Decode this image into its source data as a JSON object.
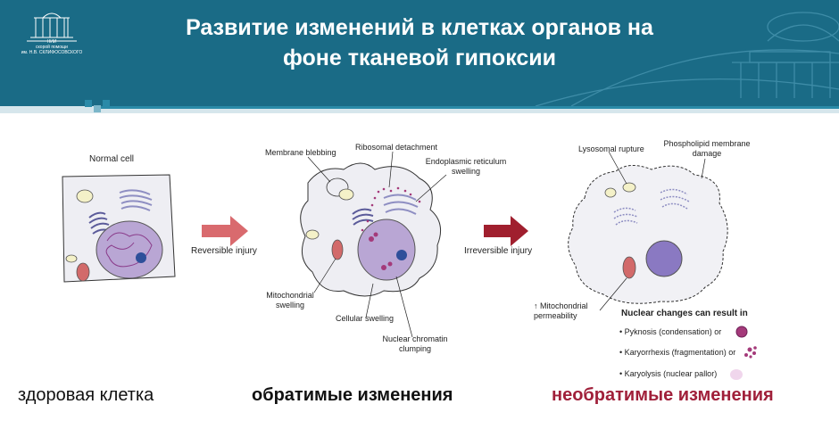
{
  "header": {
    "title_line1": "Развитие изменений в клетках органов на",
    "title_line2": "фоне тканевой гипоксии",
    "logo_text_line1": "НИИ",
    "logo_text_line2": "скорой помощи",
    "logo_text_line3": "им. Н.В. СКЛИФОСОВСКОГО"
  },
  "diagram": {
    "normal_cell_label": "Normal cell",
    "reversible_arrow_label": "Reversible injury",
    "irreversible_arrow_label": "Irreversible injury",
    "membrane_blebbing": "Membrane blebbing",
    "ribosomal_detachment": "Ribosomal detachment",
    "er_swelling_line1": "Endoplasmic reticulum",
    "er_swelling_line2": "swelling",
    "mito_swelling_line1": "Mitochondrial",
    "mito_swelling_line2": "swelling",
    "cellular_swelling": "Cellular swelling",
    "chromatin_line1": "Nuclear chromatin",
    "chromatin_line2": "clumping",
    "lysosomal_rupture": "Lysosomal rupture",
    "phospholipid_line1": "Phospholipid membrane",
    "phospholipid_line2": "damage",
    "mito_perm_line1": "↑ Mitochondrial",
    "mito_perm_line2": "permeability",
    "nuclear_changes_title": "Nuclear changes can result in",
    "pyknosis": "• Pyknosis (condensation) or",
    "karyorrhexis": "• Karyorrhexis (fragmentation) or",
    "karyolysis": "• Karyolysis (nuclear pallor)"
  },
  "captions": {
    "healthy": "здоровая клетка",
    "reversible": "обратимые изменения",
    "irreversible": "необратимые изменения"
  },
  "colors": {
    "header_bg": "#1a6b86",
    "arrow_reversible": "#d96a6e",
    "arrow_irreversible": "#a01f2e",
    "caption_irreversible": "#a0203a"
  }
}
